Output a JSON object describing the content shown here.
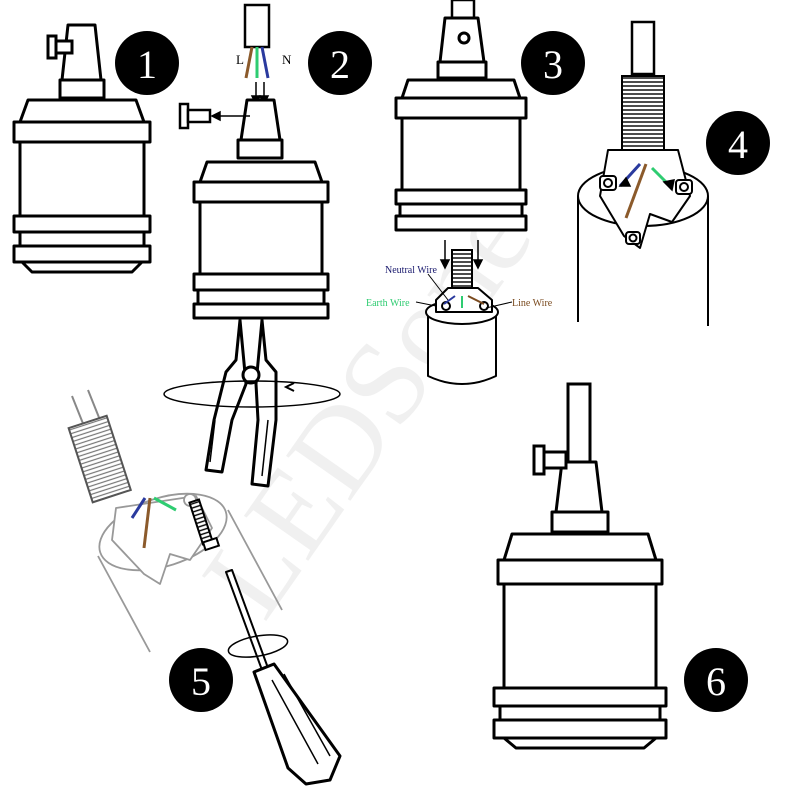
{
  "steps": [
    {
      "number": "1"
    },
    {
      "number": "2"
    },
    {
      "number": "3"
    },
    {
      "number": "4"
    },
    {
      "number": "5"
    },
    {
      "number": "6"
    }
  ],
  "wire_letters": {
    "live": "L",
    "neutral": "N"
  },
  "wire_labels": {
    "neutral": "Neutral Wire",
    "earth": "Earth Wire",
    "line": "Line Wire"
  },
  "watermark": "LEDSone",
  "colors": {
    "neutral_wire": "#1a1a6e",
    "earth_wire": "#2ecc71",
    "line_wire": "#7a4a1e",
    "live_wire": "#8b5a2b",
    "blue_wire": "#2a3a9e",
    "badge_bg": "#000000",
    "badge_text": "#ffffff",
    "outline": "#000000"
  }
}
